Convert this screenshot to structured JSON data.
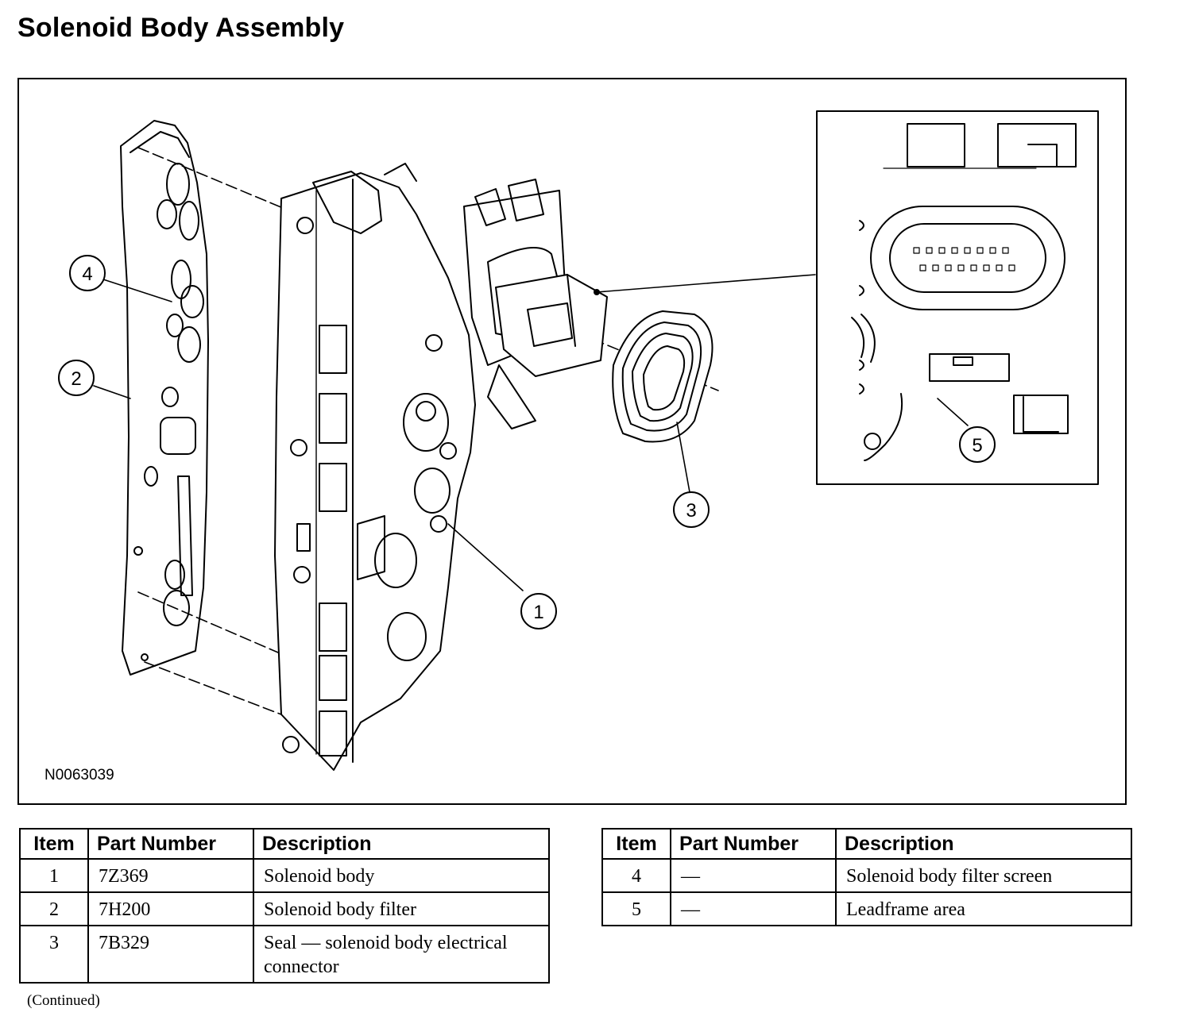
{
  "title": "Solenoid Body Assembly",
  "figure": {
    "id": "N0063039",
    "callouts": [
      "1",
      "2",
      "3",
      "4",
      "5"
    ]
  },
  "tables": {
    "headers": {
      "item": "Item",
      "part_number": "Part Number",
      "description": "Description"
    },
    "left": [
      {
        "item": "1",
        "part_number": "7Z369",
        "description": "Solenoid body"
      },
      {
        "item": "2",
        "part_number": "7H200",
        "description": "Solenoid body filter"
      },
      {
        "item": "3",
        "part_number": "7B329",
        "description": "Seal — solenoid body electrical connector"
      }
    ],
    "right": [
      {
        "item": "4",
        "part_number": "—",
        "description": "Solenoid body filter screen"
      },
      {
        "item": "5",
        "part_number": "—",
        "description": "Leadframe area"
      }
    ]
  },
  "footer": {
    "continued": "(Continued)"
  }
}
